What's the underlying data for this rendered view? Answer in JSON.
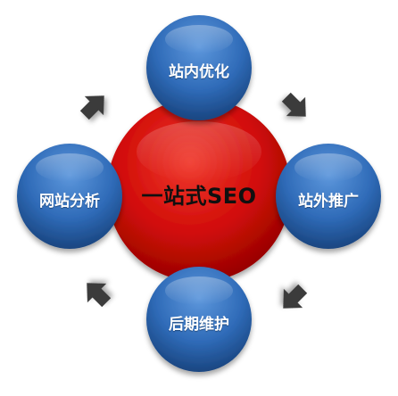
{
  "diagram": {
    "center": {
      "label": "一站式SEO"
    },
    "nodes": [
      {
        "id": "top",
        "label": "站内优化"
      },
      {
        "id": "right",
        "label": "站外推广"
      },
      {
        "id": "bottom",
        "label": "后期维护"
      },
      {
        "id": "left",
        "label": "网站分析"
      }
    ],
    "arrows": [
      {
        "from": "left",
        "to": "top"
      },
      {
        "from": "top",
        "to": "right"
      },
      {
        "from": "right",
        "to": "bottom"
      },
      {
        "from": "bottom",
        "to": "left"
      }
    ],
    "colors": {
      "center_fill": "#d40000",
      "node_fill": "#2f6bb8",
      "arrow_fill": "#3a3a3a"
    }
  }
}
